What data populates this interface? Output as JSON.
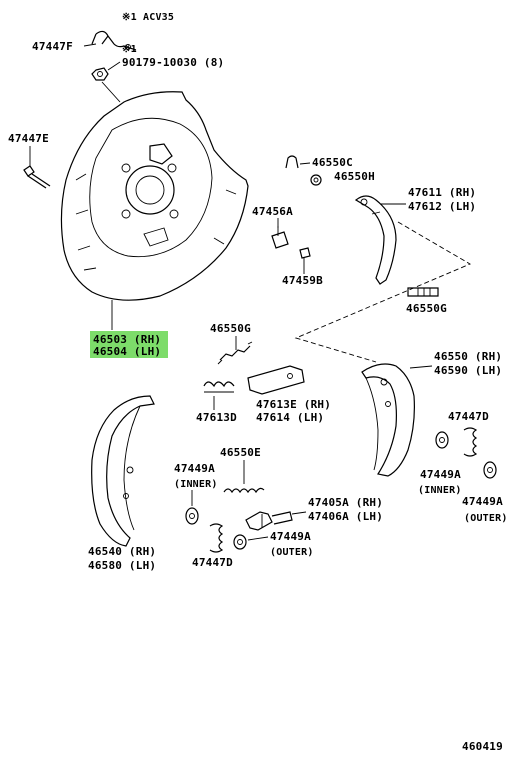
{
  "note": "※1 ACV35",
  "callouts": {
    "c47447F": "47447F",
    "mark1": "※1",
    "c90179": "90179-10030 (8)",
    "c47447E": "47447E",
    "c46503": "46503 (RH)",
    "c46504": "46504 (LH)",
    "c46550C": "46550C",
    "c46550H": "46550H",
    "c47611": "47611 (RH)",
    "c47612": "47612 (LH)",
    "c47456A": "47456A",
    "c47459B": "47459B",
    "c46550G_r": "46550G",
    "c46550G_l": "46550G",
    "c46550": "46550 (RH)",
    "c46590": "46590 (LH)",
    "c47613D": "47613D",
    "c47613E": "47613E (RH)",
    "c47614": "47614  (LH)",
    "c47447D_r": "47447D",
    "c47449A_ri": "47449A",
    "inner_r": "(INNER)",
    "c47449A_ro": "47449A",
    "outer_r": "(OUTER)",
    "c46550E": "46550E",
    "c47449A_li": "47449A",
    "inner_l": "(INNER)",
    "c47405A": "47405A (RH)",
    "c47406A": "47406A (LH)",
    "c46540": "46540 (RH)",
    "c46580": "46580 (LH)",
    "c47447D_l": "47447D",
    "c47449A_lo": "47449A",
    "outer_l": "(OUTER)"
  },
  "diagram_id": "460419",
  "highlight_color": "#7ddc6a"
}
